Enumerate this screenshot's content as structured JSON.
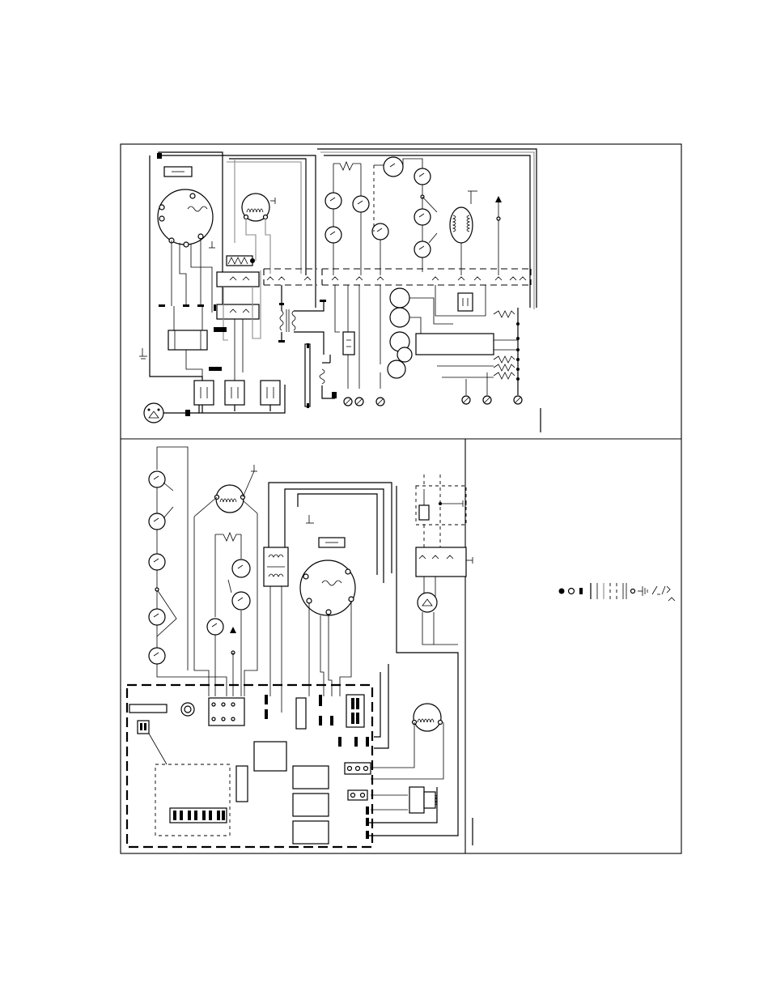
{
  "diagram": {
    "panels": [
      "upper-schematic",
      "lower-ladder",
      "legend"
    ],
    "colors": {
      "wire": "#000000",
      "secondary_wire": "#8a8a8a",
      "background": "#ffffff"
    },
    "icon_names": [
      "ground-icon",
      "motor-icon",
      "switch-icon",
      "resistor-icon",
      "capacitor-icon",
      "terminal-icon",
      "plug-icon",
      "transformer-icon"
    ]
  }
}
